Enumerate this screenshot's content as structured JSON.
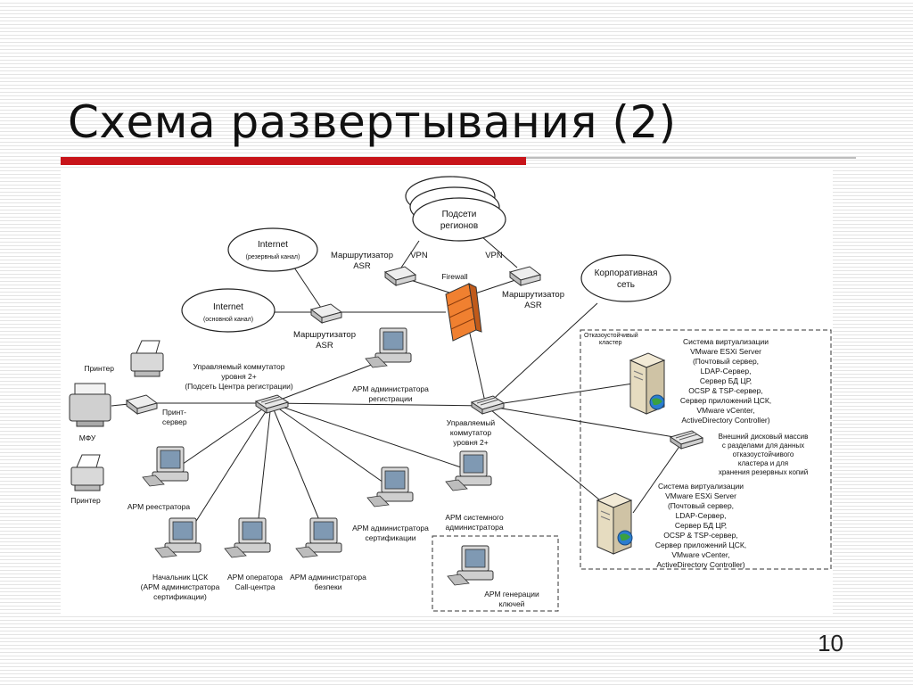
{
  "slide": {
    "title": "Схема развертывания (2)",
    "page_number": "10",
    "accent_color": "#c8141a"
  },
  "diagram": {
    "clouds": {
      "regions": [
        "Подсети",
        "регионов"
      ],
      "internet_backup": [
        "Internet",
        "(резервный канал)"
      ],
      "internet_main": [
        "Internet",
        "(основной канал)"
      ],
      "corporate": [
        "Корпоративная",
        "сеть"
      ]
    },
    "labels": {
      "router_left_top": [
        "Маршрутизатор",
        "ASR"
      ],
      "vpn_left": "VPN",
      "vpn_right": "VPN",
      "firewall": "Firewall",
      "router_right": [
        "Маршрутизатор",
        "ASR"
      ],
      "router_bottom": [
        "Маршрутизатор",
        "ASR"
      ],
      "printer_top": "Принтер",
      "mfu": "МФУ",
      "print_server": [
        "Принт-",
        "сервер"
      ],
      "switch_left": [
        "Управляемый коммутатор",
        "уровня 2+",
        "(Подсеть Центра регистрации)"
      ],
      "arm_reg_admin": [
        "АРМ администратора",
        "регистрации"
      ],
      "switch_right": [
        "Управляемый",
        "коммутатор",
        "уровня 2+"
      ],
      "printer_bottom": "Принтер",
      "arm_registrar": "АРМ реестратора",
      "head_csk": [
        "Начальник ЦСК",
        "(АРМ администратора",
        "сертификации)"
      ],
      "arm_operator": [
        "АРМ оператора",
        "Call-центра"
      ],
      "arm_security": [
        "АРМ администратора",
        "безпеки"
      ],
      "arm_cert_admin": [
        "АРМ администратора",
        "сертификации"
      ],
      "arm_sys_admin": [
        "АРМ системного",
        "администратора"
      ],
      "arm_keygen": [
        "АРМ генерации",
        "ключей"
      ],
      "cluster": [
        "Отказоустойчивый",
        "кластер"
      ],
      "virt_top": [
        "Система виртуализации",
        "VMware ESXi Server",
        "(Почтовый сервер,",
        "LDAP-Сервер,",
        "Сервер БД ЦР,",
        "OCSP & TSP-сервер,",
        "Сервер приложений ЦСК,",
        "VMware vCenter,",
        "ActiveDirectory Controller)"
      ],
      "storage": [
        "Внешний дисковый массив",
        "с разделами для данных",
        "отказоустойчивого",
        "кластера и для",
        "хранения резервных копий"
      ],
      "virt_bottom": [
        "Система виртуализации",
        "VMware ESXi Server",
        "(Почтовый сервер,",
        "LDAP-Сервер,",
        "Сервер БД ЦР,",
        "OCSP & TSP-сервер,",
        "Сервер приложений ЦСК,",
        "VMware vCenter,",
        "ActiveDirectory Controller)"
      ]
    },
    "colors": {
      "line": "#222222",
      "firewall": "#f08030",
      "device": "#d8d8d8",
      "screen": "#7f99b3"
    }
  }
}
